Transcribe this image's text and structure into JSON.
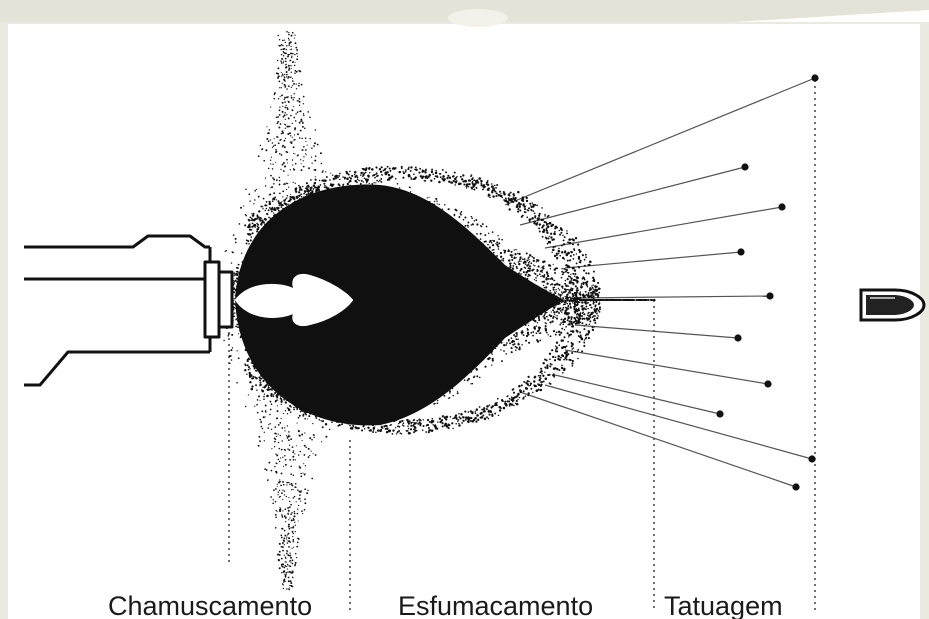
{
  "labels": {
    "burn_zone": "Chamuscamento",
    "smoke_zone": "Esfumacamento",
    "tattoo_zone": "Tatuagem"
  },
  "colors": {
    "ink": "#111111",
    "background": "#ffffff",
    "frame": "#ebeae0"
  }
}
